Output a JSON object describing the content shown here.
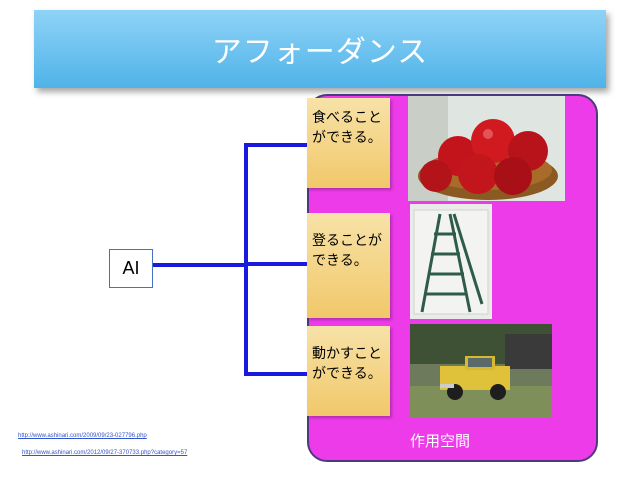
{
  "title": "アフォーダンス",
  "ai_label": "AI",
  "action_space_label": "作用空間",
  "cards": [
    {
      "text": "食べることができる。"
    },
    {
      "text": "登ることができる。"
    },
    {
      "text": "動かすことができる。"
    }
  ],
  "photos": [
    {
      "subject": "apples",
      "icon": "apple-photo"
    },
    {
      "subject": "ladder",
      "icon": "ladder-photo"
    },
    {
      "subject": "pickup-truck",
      "icon": "truck-photo"
    }
  ],
  "credits": [
    "http://www.ashinari.com/2009/09/23-027796.php",
    "http://www.ashinari.com/2012/09/27-370733.php?category=57"
  ],
  "colors": {
    "title_bg": "#4fb3e8",
    "action_space": "#ee3bea",
    "card": "#f1c86a",
    "connector": "#1a1adf"
  }
}
